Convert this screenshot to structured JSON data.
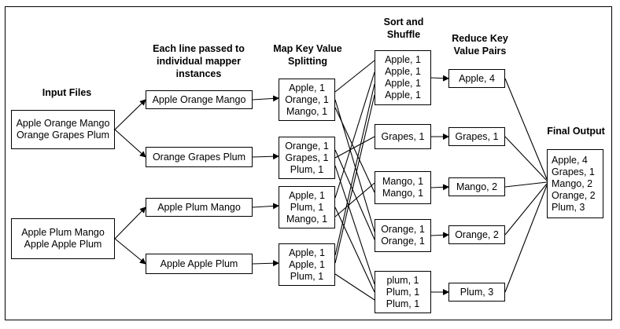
{
  "headers": {
    "input": "Input Files",
    "mapper_1": "Each line passed to",
    "mapper_2": "individual mapper",
    "mapper_3": "instances",
    "map_1": "Map Key Value",
    "map_2": "Splitting",
    "sort_1": "Sort and",
    "sort_2": "Shuffle",
    "reduce_1": "Reduce Key",
    "reduce_2": "Value Pairs",
    "final": "Final Output"
  },
  "input_files": [
    [
      "Apple Orange Mango",
      "Orange Grapes Plum"
    ],
    [
      "Apple Plum Mango",
      "Apple Apple Plum"
    ]
  ],
  "lines": [
    "Apple Orange Mango",
    "Orange Grapes Plum",
    "Apple Plum Mango",
    "Apple Apple Plum"
  ],
  "map": [
    [
      "Apple, 1",
      "Orange, 1",
      "Mango, 1"
    ],
    [
      "Orange, 1",
      "Grapes, 1",
      "Plum, 1"
    ],
    [
      "Apple, 1",
      "Plum, 1",
      "Mango, 1"
    ],
    [
      "Apple, 1",
      "Apple, 1",
      "Plum, 1"
    ]
  ],
  "shuffle": [
    [
      "Apple, 1",
      "Apple, 1",
      "Apple, 1",
      "Apple, 1"
    ],
    [
      "Grapes, 1"
    ],
    [
      "Mango, 1",
      "Mango, 1"
    ],
    [
      "Orange, 1",
      "Orange, 1"
    ],
    [
      "plum, 1",
      "Plum, 1",
      "Plum, 1"
    ]
  ],
  "reduce": [
    "Apple, 4",
    "Grapes, 1",
    "Mango, 2",
    "Orange, 2",
    "Plum, 3"
  ],
  "final": [
    "Apple, 4",
    "Grapes, 1",
    "Mango, 2",
    "Orange, 2",
    "Plum, 3"
  ]
}
